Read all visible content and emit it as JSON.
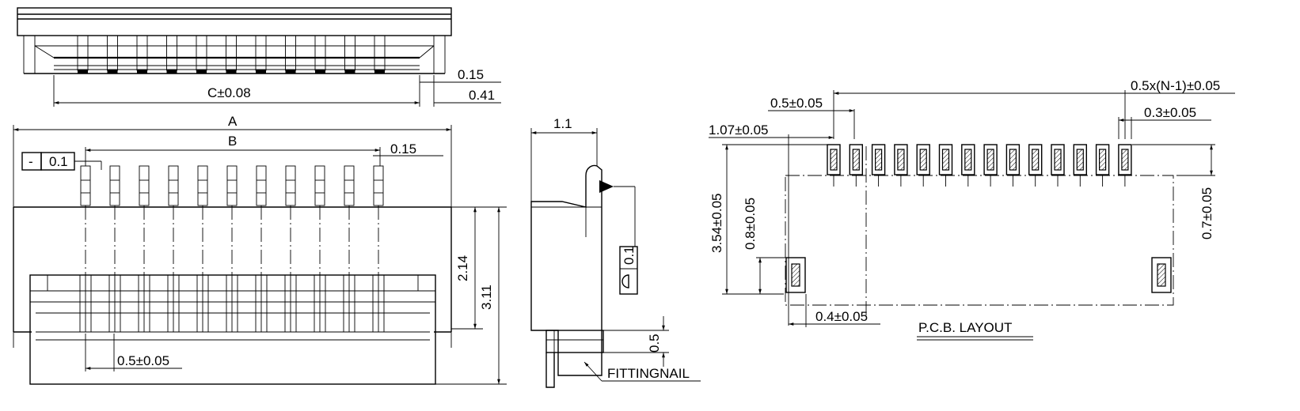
{
  "labels": {
    "c_dim": "C±0.08",
    "a_dim": "A",
    "b_dim": "B",
    "tol_minus": "-",
    "tol_val": "0.1",
    "dim_015_top": "0.15",
    "dim_041": "0.41",
    "dim_015_front": "0.15",
    "dim_214": "2.14",
    "dim_311": "3.11",
    "pitch_front": "0.5±0.05",
    "side_11": "1.1",
    "side_01": "0.1",
    "side_05": "0.5",
    "fittingnail": "FITTINGNAIL",
    "pcb_pitch_total": "0.5x(N-1)±0.05",
    "pcb_pitch": "0.5±0.05",
    "pcb_pad_w": "0.3±0.05",
    "pcb_107": "1.07±0.05",
    "pcb_354": "3.54±0.05",
    "pcb_08": "0.8±0.05",
    "pcb_07": "0.7±0.05",
    "pcb_04": "0.4±0.05",
    "pcb_title": "P.C.B. LAYOUT"
  }
}
